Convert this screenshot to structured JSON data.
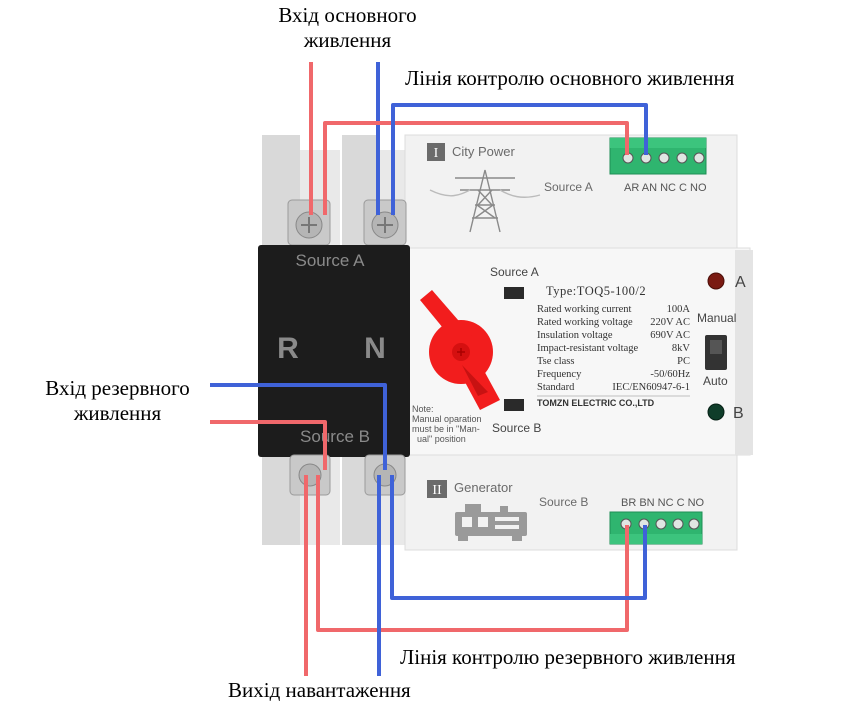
{
  "annotations": {
    "main_input_line1": "Вхід основного",
    "main_input_line2": "живлення",
    "main_control": "Лінія контролю основного живлення",
    "reserve_input_line1": "Вхід резервного",
    "reserve_input_line2": "живлення",
    "reserve_control": "Лінія контролю резервного живлення",
    "load_output": "Вихід навантаження"
  },
  "device": {
    "source_a_terminal": "Source A",
    "source_b_terminal": "Source B",
    "pole_r": "R",
    "pole_n": "N",
    "city_roman": "I",
    "city_power": "City Power",
    "source_a_top": "Source A",
    "source_a_terminals": "AR AN NC C NO",
    "generator_roman": "II",
    "generator": "Generator",
    "source_b_bottom": "Source B",
    "source_b_terminals": "BR BN NC C NO",
    "panel_source_a": "Source A",
    "panel_source_b": "Source B",
    "type": "Type:TOQ5-100/2",
    "indicator_a": "A",
    "indicator_b": "B",
    "manual": "Manual",
    "auto": "Auto",
    "note_line1": "Note:",
    "note_line2": "Manual oparation",
    "note_line3": "must be in \"Man-",
    "note_line4": "ual\" position",
    "brand": "TOMZN ELECTRIC CO.,LTD",
    "specs": [
      {
        "label": "Rated working current",
        "value": "100A"
      },
      {
        "label": "Rated working voltage",
        "value": "220V AC"
      },
      {
        "label": "Insulation voltage",
        "value": "690V AC"
      },
      {
        "label": "Impact-resistant voltage",
        "value": "8kV"
      },
      {
        "label": "Tse class",
        "value": "PC"
      },
      {
        "label": "Frequency",
        "value": "-50/60Hz"
      },
      {
        "label": "Standard",
        "value": "IEC/EN60947-6-1"
      }
    ]
  },
  "colors": {
    "live_wire": "#f0686b",
    "neutral_wire": "#3f62d8",
    "terminal_block": "#2fb56f",
    "body": "#f4f4f4",
    "front_cover": "#1c1c1c",
    "knob": "#f21d1d",
    "led_a": "#7a1a12",
    "led_b": "#0f3d2a"
  }
}
